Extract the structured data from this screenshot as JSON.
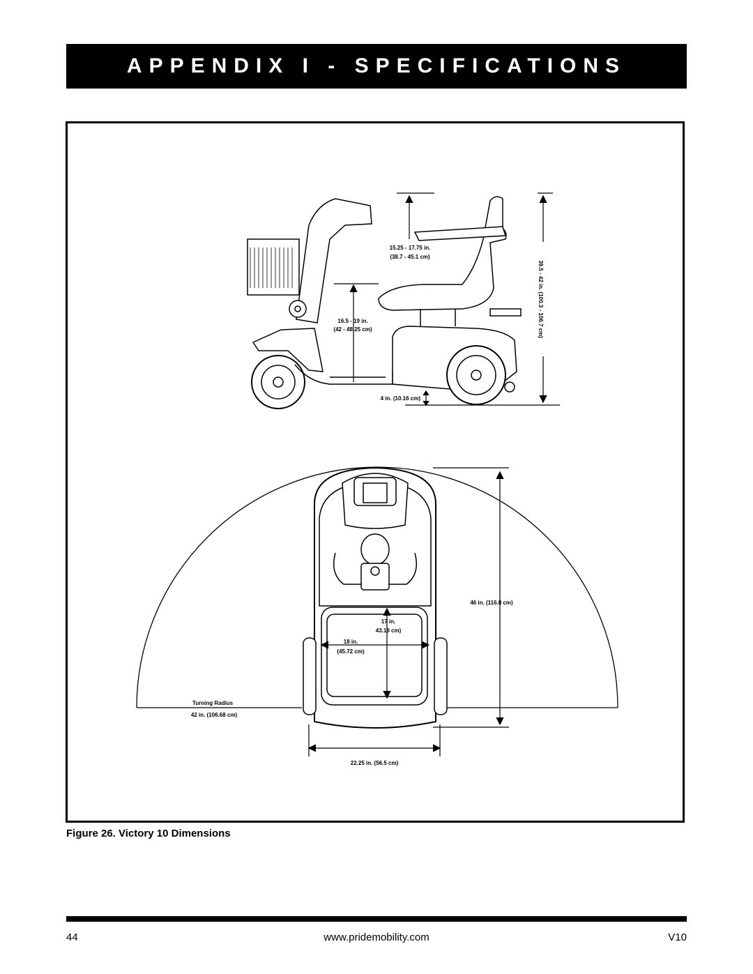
{
  "header": {
    "title": "APPENDIX I - SPECIFICATIONS"
  },
  "figure": {
    "caption": "Figure 26. Victory 10 Dimensions",
    "side_view": {
      "armrest_height": [
        "15.25 - 17.75 in.",
        "(38.7 - 45.1 cm)"
      ],
      "seat_height": [
        "16.5 - 19 in.",
        "(42 - 48.25 cm)"
      ],
      "ground_clearance": "4 in. (10.16 cm)",
      "overall_height": "39.5 - 42 in. (100.3 - 106.7 cm)"
    },
    "top_view": {
      "overall_length": "46 in. (116.8 cm)",
      "seat_depth": [
        "17 in.",
        "43.18 cm)"
      ],
      "seat_width": [
        "18 in.",
        "(45.72 cm)"
      ],
      "turning_radius_label": "Turning Radius",
      "turning_radius": "42 in. (106.68 cm)",
      "overall_width": "22.25 in. (56.5 cm)"
    }
  },
  "footer": {
    "page_number": "44",
    "url": "www.pridemobility.com",
    "version": "V10"
  }
}
